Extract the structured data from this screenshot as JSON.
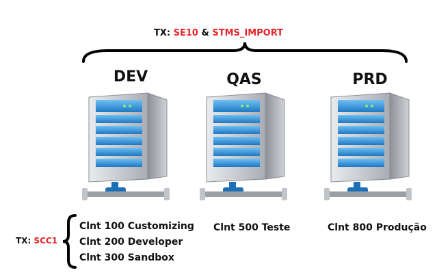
{
  "top_tx": {
    "prefix": "TX:",
    "code1": "SE10",
    "sep": "&",
    "code2": "STMS_IMPORT"
  },
  "colors": {
    "accent_red": "#e3262b",
    "server_blue": "#2f8fd6",
    "server_silver": "#c9ccd1",
    "pipe_blue": "#1d6fb8"
  },
  "environments": [
    {
      "label": "DEV",
      "icon": "server-icon",
      "clients": [
        "Clnt 100 Customizing",
        "Clnt 200 Developer",
        "Clnt 300 Sandbox"
      ]
    },
    {
      "label": "QAS",
      "icon": "server-icon",
      "clients": [
        "Clnt 500 Teste"
      ]
    },
    {
      "label": "PRD",
      "icon": "server-icon",
      "clients": [
        "Clnt 800 Produção"
      ]
    }
  ],
  "dev_tx": {
    "prefix": "TX:",
    "code": "SCC1"
  }
}
